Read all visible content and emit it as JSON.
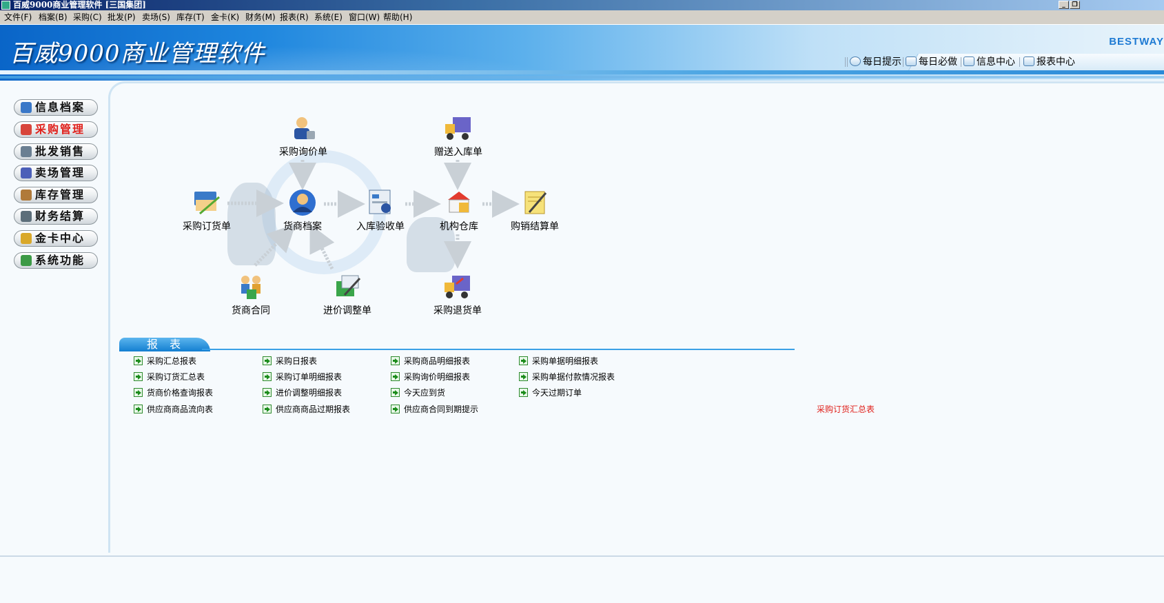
{
  "window": {
    "title": "百威9000商业管理软件 [三国集团]",
    "minimize_glyph": "_",
    "restore_glyph": "❐"
  },
  "menu": [
    {
      "label": "文件(F)"
    },
    {
      "label": "档案(B)"
    },
    {
      "label": "采购(C)"
    },
    {
      "label": "批发(P)"
    },
    {
      "label": "卖场(S)"
    },
    {
      "label": "库存(T)"
    },
    {
      "label": "金卡(K)"
    },
    {
      "label": "财务(M)"
    },
    {
      "label": "报表(R)"
    },
    {
      "label": "系统(E)"
    },
    {
      "label": "窗口(W)"
    },
    {
      "label": "帮助(H)"
    }
  ],
  "banner": {
    "app_title": "百威9000商业管理软件",
    "brand": "BESTWAY",
    "quick_links": [
      {
        "label": "每日提示",
        "icon": "clock-icon"
      },
      {
        "label": "每日必做",
        "icon": "monitor-icon"
      },
      {
        "label": "信息中心",
        "icon": "info-network-icon"
      },
      {
        "label": "报表中心",
        "icon": "report-icon"
      }
    ]
  },
  "nav": {
    "items": [
      {
        "label": "信息档案",
        "icon": "info-archive-icon",
        "color": "#3a78c8"
      },
      {
        "label": "采购管理",
        "icon": "purchase-icon",
        "color": "#d8453b",
        "active": true
      },
      {
        "label": "批发销售",
        "icon": "wholesale-icon",
        "color": "#6a7f92"
      },
      {
        "label": "卖场管理",
        "icon": "store-icon",
        "color": "#4b5fb8"
      },
      {
        "label": "库存管理",
        "icon": "warehouse-icon",
        "color": "#b07a3a"
      },
      {
        "label": "财务结算",
        "icon": "calculator-icon",
        "color": "#5c6e7a"
      },
      {
        "label": "金卡中心",
        "icon": "gold-card-icon",
        "color": "#d9a82a"
      },
      {
        "label": "系统功能",
        "icon": "system-icon",
        "color": "#3c9a46"
      }
    ]
  },
  "flow": {
    "items": [
      {
        "id": "inquiry",
        "label": "采购询价单",
        "icon": "inquiry-icon"
      },
      {
        "id": "gift-in",
        "label": "赠送入库单",
        "icon": "truck-icon"
      },
      {
        "id": "order",
        "label": "采购订货单",
        "icon": "order-form-icon"
      },
      {
        "id": "supplier",
        "label": "货商档案",
        "icon": "supplier-icon"
      },
      {
        "id": "receive",
        "label": "入库验收单",
        "icon": "receipt-check-icon"
      },
      {
        "id": "warehouse",
        "label": "机构仓库",
        "icon": "warehouse-box-icon"
      },
      {
        "id": "settle",
        "label": "购销结算单",
        "icon": "settlement-icon"
      },
      {
        "id": "contract",
        "label": "货商合同",
        "icon": "contract-icon"
      },
      {
        "id": "price-adjust",
        "label": "进价调整单",
        "icon": "price-adjust-icon"
      },
      {
        "id": "return",
        "label": "采购退货单",
        "icon": "return-truck-icon"
      }
    ]
  },
  "reports": {
    "header": "报 表",
    "columns": [
      [
        "采购汇总报表",
        "采购订货汇总表",
        "货商价格查询报表",
        "供应商商品流向表"
      ],
      [
        "采购日报表",
        "采购订单明细报表",
        "进价调整明细报表",
        "供应商商品过期报表"
      ],
      [
        "采购商品明细报表",
        "采购询价明细报表",
        "今天应到货",
        "供应商合同到期提示"
      ],
      [
        "采购单据明细报表",
        "采购单据付款情况报表",
        "今天过期订单"
      ]
    ],
    "highlight": "采购订货汇总表"
  }
}
